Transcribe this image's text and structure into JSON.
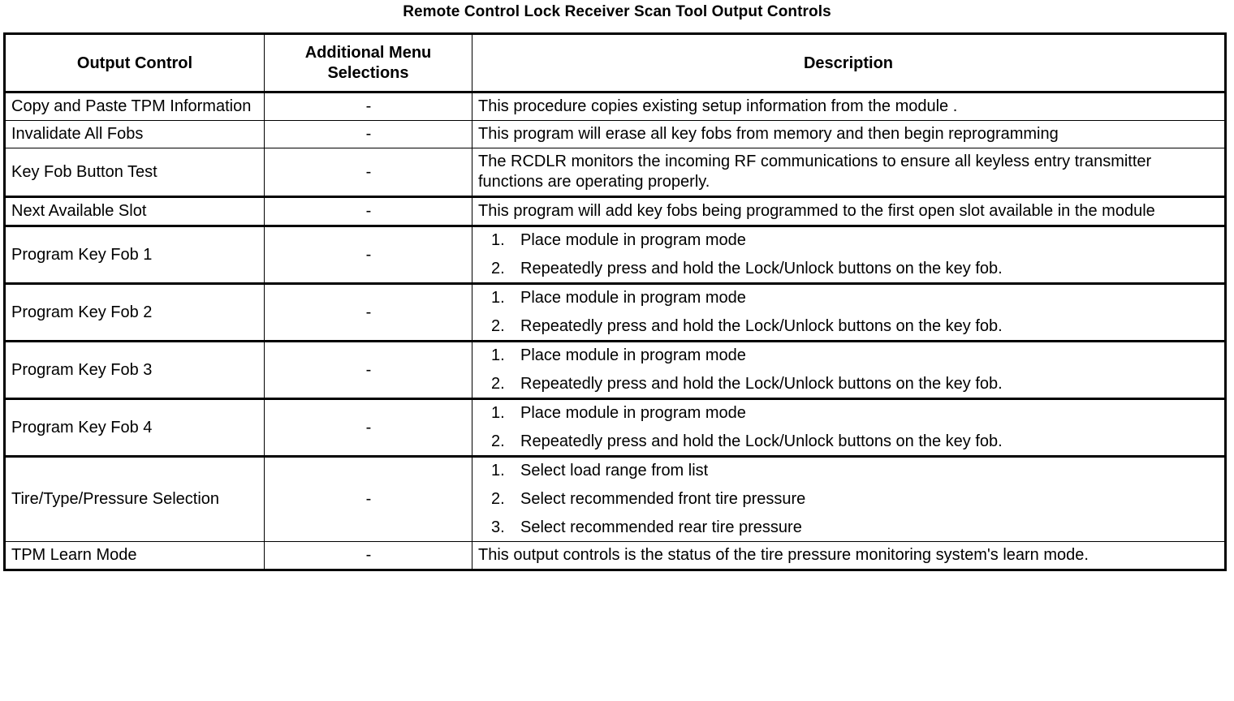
{
  "document": {
    "title": "Remote Control Lock Receiver Scan Tool Output Controls"
  },
  "table": {
    "headers": {
      "col1": "Output Control",
      "col2": "Additional Menu Selections",
      "col2_line1": "Additional Menu",
      "col2_line2": "Selections",
      "col3": "Description"
    },
    "rows": [
      {
        "name": "Copy and Paste TPM Information",
        "menu": "-",
        "desc_type": "paragraph",
        "desc": "This procedure copies existing setup information from the module ."
      },
      {
        "name": "Invalidate All Fobs",
        "menu": "-",
        "desc_type": "paragraph",
        "desc": "This program will erase all key fobs from memory and then begin reprogramming"
      },
      {
        "name": "Key Fob Button Test",
        "menu": "-",
        "desc_type": "paragraph",
        "desc": "The RCDLR monitors the incoming RF communications to ensure all keyless entry transmitter functions are operating properly."
      },
      {
        "name": "Next Available Slot",
        "menu": "-",
        "desc_type": "paragraph",
        "desc": "This program will add key fobs being programmed to the first open slot available in the module"
      },
      {
        "name": "Program Key Fob 1",
        "menu": "-",
        "desc_type": "list",
        "steps": [
          {
            "num": "1.",
            "text": "Place module in program mode"
          },
          {
            "num": "2.",
            "text": "Repeatedly press and hold the Lock/Unlock buttons on the key fob."
          }
        ]
      },
      {
        "name": "Program Key Fob 2",
        "menu": "-",
        "desc_type": "list",
        "steps": [
          {
            "num": "1.",
            "text": "Place module in program mode"
          },
          {
            "num": "2.",
            "text": "Repeatedly press and hold the Lock/Unlock buttons on the key fob."
          }
        ]
      },
      {
        "name": "Program Key Fob 3",
        "menu": "-",
        "desc_type": "list",
        "steps": [
          {
            "num": "1.",
            "text": "Place module in program mode"
          },
          {
            "num": "2.",
            "text": "Repeatedly press and hold the Lock/Unlock buttons on the key fob."
          }
        ]
      },
      {
        "name": "Program Key Fob 4",
        "menu": "-",
        "desc_type": "list",
        "steps": [
          {
            "num": "1.",
            "text": "Place module in program mode"
          },
          {
            "num": "2.",
            "text": "Repeatedly press and hold the Lock/Unlock buttons on the key fob."
          }
        ]
      },
      {
        "name": "Tire/Type/Pressure Selection",
        "menu": "-",
        "desc_type": "list",
        "steps": [
          {
            "num": "1.",
            "text": "Select load range from list"
          },
          {
            "num": "2.",
            "text": "Select recommended front tire pressure"
          },
          {
            "num": "3.",
            "text": "Select recommended rear tire pressure"
          }
        ]
      },
      {
        "name": "TPM Learn Mode",
        "menu": "-",
        "desc_type": "paragraph",
        "desc": "This output controls is the status of the tire pressure monitoring system's learn mode."
      }
    ]
  }
}
